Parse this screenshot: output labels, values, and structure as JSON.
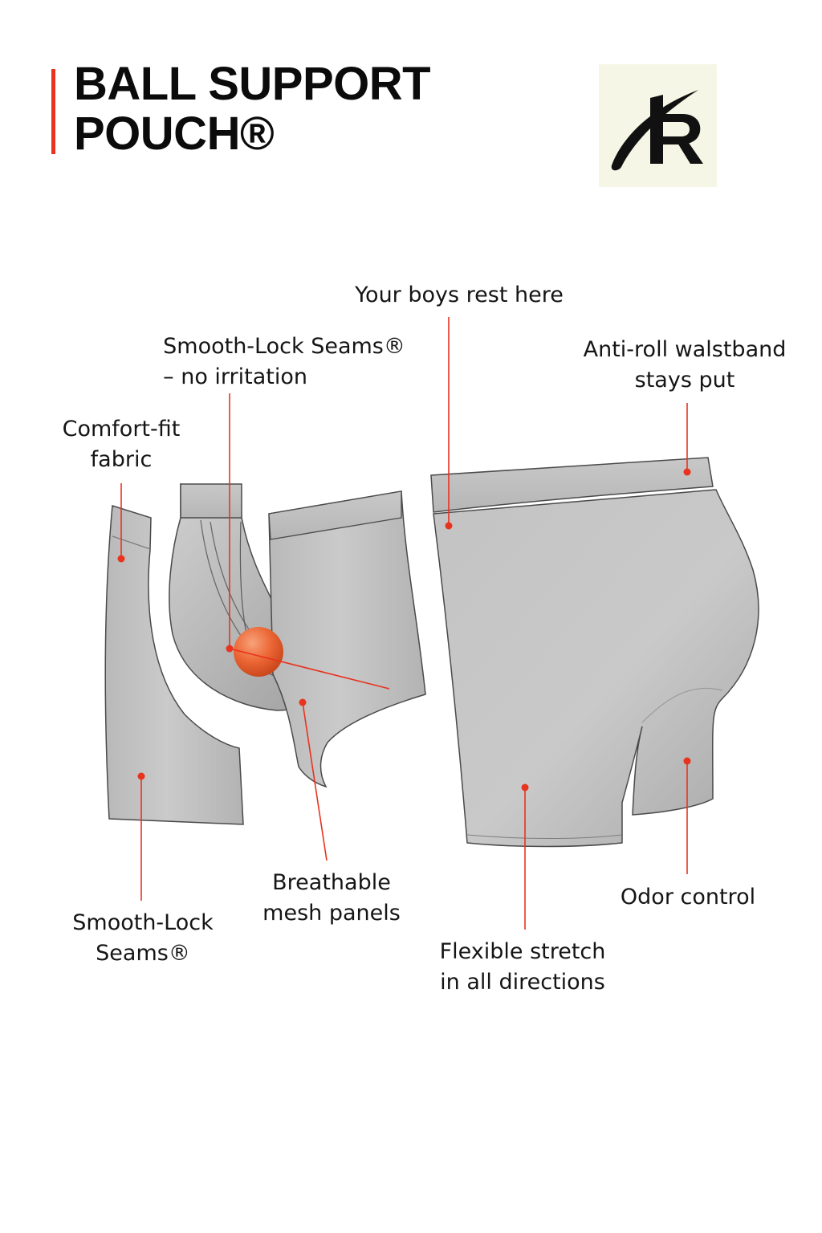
{
  "header": {
    "title_line1": "BALL SUPPORT",
    "title_line2": "POUCH®"
  },
  "logo": {
    "icon": "lr-monogram-icon",
    "background": "#f6f6e6"
  },
  "colors": {
    "accent": "#e8331f",
    "fabric": "#c4c4c4",
    "fabric_dark": "#a9a9a9",
    "outline": "#4a4a4a",
    "ball": "#ee6a3a"
  },
  "callouts": {
    "boys_rest": {
      "line1": "Your boys rest here"
    },
    "seams_top": {
      "line1": "Smooth-Lock Seams®",
      "line2": "– no irritation"
    },
    "waistband": {
      "line1": "Anti-roll walstband",
      "line2": "stays put"
    },
    "comfort_fit": {
      "line1": "Comfort-fit",
      "line2": "fabric"
    },
    "seams_bottom": {
      "line1": "Smooth-Lock",
      "line2": "Seams®"
    },
    "mesh": {
      "line1": "Breathable",
      "line2": "mesh panels"
    },
    "stretch": {
      "line1": "Flexible stretch",
      "line2": "in all directions"
    },
    "odor": {
      "line1": "Odor control"
    }
  }
}
